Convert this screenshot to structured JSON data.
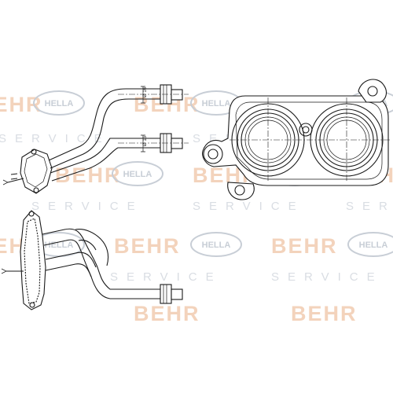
{
  "watermark": {
    "brand_behr": "BEHR",
    "brand_hella": "HELLA",
    "service": "SERVICE",
    "behr_color": "#f3d3bc",
    "service_color": "#d9dde3",
    "hella_color": "#c8ced6"
  },
  "drawing": {
    "dimension_upper": "Ø 16",
    "dimension_lower": "Ø 16",
    "line_color": "#1a1a1a"
  }
}
